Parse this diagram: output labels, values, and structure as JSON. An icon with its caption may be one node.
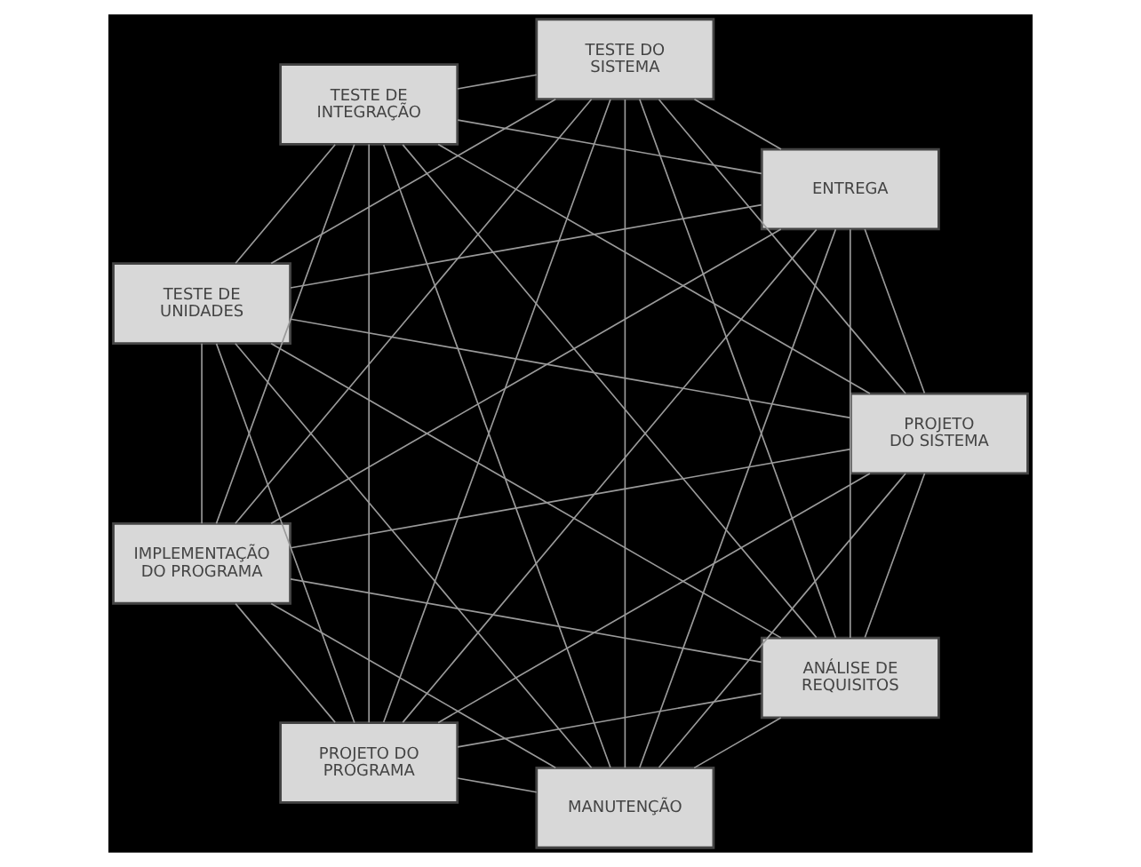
{
  "diagram": {
    "nodes": [
      {
        "text": [
          "ANÁLISE DE REQUISITOS"
        ]
      },
      {
        "text": [
          "PROJETO DO SISTEMA"
        ]
      },
      {
        "text": [
          "PROJETO DO PROGRAMA"
        ]
      },
      {
        "text": [
          "IMPLEMENTAÇÃO DO PROGRAMA"
        ]
      },
      {
        "text": [
          "TESTE DE UNIDADES"
        ]
      },
      {
        "text": [
          "TESTE DE INTEGRAÇÃO"
        ]
      },
      {
        "text": [
          "TESTE DO SISTEMA"
        ]
      },
      {
        "text": [
          "ENTREGA"
        ]
      },
      {
        "text": [
          "MANUTENÇÃO"
        ]
      }
    ],
    "edges": [
      {
        "from": 0,
        "to": 1,
        "arrow": "none"
      },
      {
        "from": 0,
        "to": 2,
        "arrow": "none"
      },
      {
        "from": 0,
        "to": 3,
        "arrow": "none"
      },
      {
        "from": 0,
        "to": 4,
        "arrow": "none"
      },
      {
        "from": 0,
        "to": 5,
        "arrow": "none"
      },
      {
        "from": 0,
        "to": 6,
        "arrow": "none"
      },
      {
        "from": 0,
        "to": 7,
        "arrow": "none"
      },
      {
        "from": 0,
        "to": 8,
        "arrow": "none"
      },
      {
        "from": 1,
        "to": 2,
        "arrow": "none"
      },
      {
        "from": 1,
        "to": 3,
        "arrow": "none"
      },
      {
        "from": 1,
        "to": 4,
        "arrow": "none"
      },
      {
        "from": 1,
        "to": 5,
        "arrow": "none"
      },
      {
        "from": 1,
        "to": 6,
        "arrow": "none"
      },
      {
        "from": 1,
        "to": 7,
        "arrow": "none"
      },
      {
        "from": 1,
        "to": 8,
        "arrow": "none"
      },
      {
        "from": 2,
        "to": 3,
        "arrow": "none"
      },
      {
        "from": 2,
        "to": 4,
        "arrow": "none"
      },
      {
        "from": 2,
        "to": 5,
        "arrow": "none"
      },
      {
        "from": 2,
        "to": 6,
        "arrow": "none"
      },
      {
        "from": 2,
        "to": 7,
        "arrow": "none"
      },
      {
        "from": 2,
        "to": 8,
        "arrow": "none"
      },
      {
        "from": 3,
        "to": 4,
        "arrow": "none"
      },
      {
        "from": 3,
        "to": 5,
        "arrow": "none"
      },
      {
        "from": 3,
        "to": 6,
        "arrow": "none"
      },
      {
        "from": 3,
        "to": 7,
        "arrow": "none"
      },
      {
        "from": 3,
        "to": 8,
        "arrow": "none"
      },
      {
        "from": 4,
        "to": 5,
        "arrow": "none"
      },
      {
        "from": 4,
        "to": 6,
        "arrow": "none"
      },
      {
        "from": 4,
        "to": 7,
        "arrow": "none"
      },
      {
        "from": 4,
        "to": 8,
        "arrow": "none"
      },
      {
        "from": 5,
        "to": 6,
        "arrow": "none"
      },
      {
        "from": 5,
        "to": 7,
        "arrow": "none"
      },
      {
        "from": 5,
        "to": 8,
        "arrow": "none"
      },
      {
        "from": 6,
        "to": 7,
        "arrow": "none"
      },
      {
        "from": 6,
        "to": 8,
        "arrow": "none"
      },
      {
        "from": 7,
        "to": 8,
        "arrow": "none"
      }
    ]
  }
}
